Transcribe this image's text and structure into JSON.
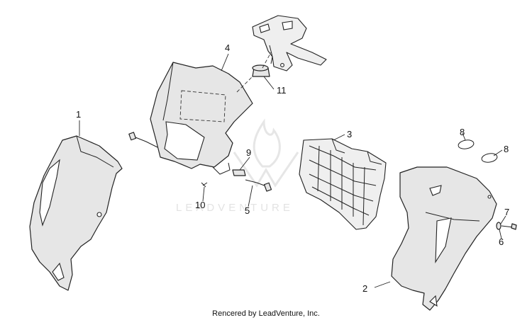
{
  "diagram": {
    "callouts": [
      "1",
      "2",
      "3",
      "4",
      "5",
      "6",
      "7",
      "8",
      "8",
      "9",
      "10",
      "11"
    ],
    "watermark": "LEADVENTURE",
    "credit": "Rencered by LeadVenture, Inc."
  }
}
